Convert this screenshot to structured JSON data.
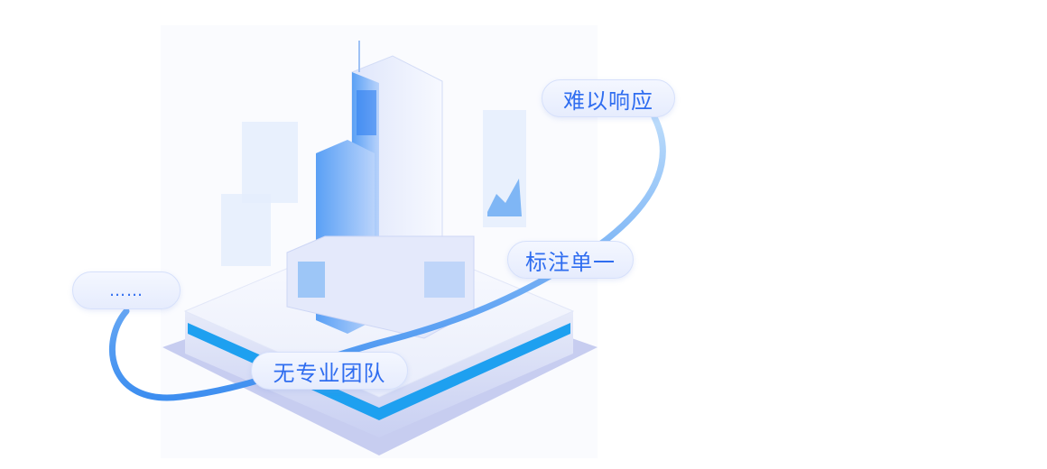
{
  "labels": {
    "hard_to_respond": "难以响应",
    "single_annotation": "标注单一",
    "more": "……",
    "no_professional_team": "无专业团队"
  },
  "colors": {
    "accent": "#2f6df0",
    "stripe": "#1ea0f0",
    "platform": "#eef1fb"
  }
}
